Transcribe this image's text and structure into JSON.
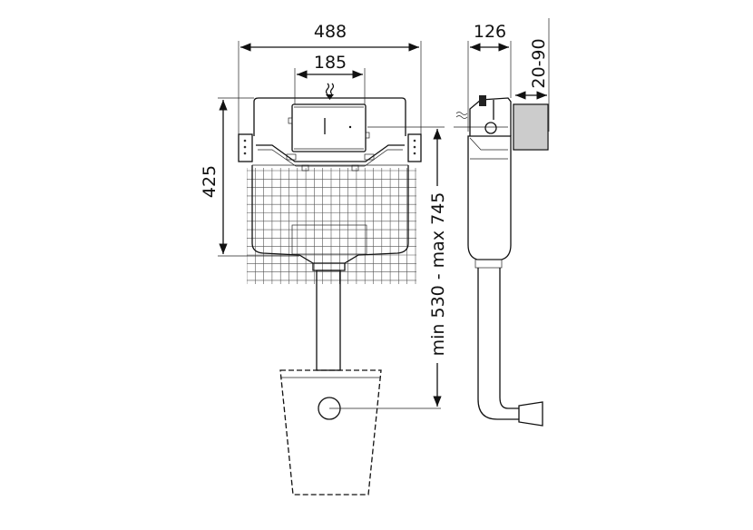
{
  "dimensions": {
    "width_total": "488",
    "actuator_width": "185",
    "height_tank": "425",
    "depth": "126",
    "wall_depth": "20-90",
    "flush_height": "min 530 - max 745"
  },
  "colors": {
    "line": "#111111",
    "background": "#ffffff"
  }
}
